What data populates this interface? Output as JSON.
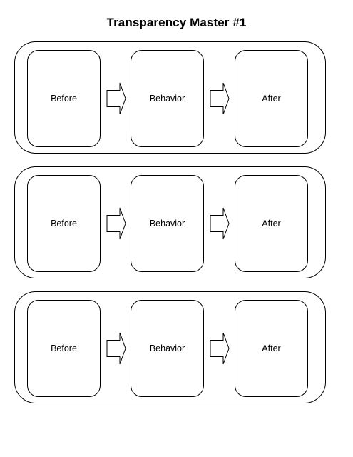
{
  "page": {
    "title": "Transparency Master #1"
  },
  "rows": [
    {
      "before": "Before",
      "behavior": "Behavior",
      "after": "After"
    },
    {
      "before": "Before",
      "behavior": "Behavior",
      "after": "After"
    },
    {
      "before": "Before",
      "behavior": "Behavior",
      "after": "After"
    }
  ],
  "icons": {
    "connector": "right-arrow-icon"
  },
  "colors": {
    "line": "#000000",
    "background": "#ffffff"
  }
}
